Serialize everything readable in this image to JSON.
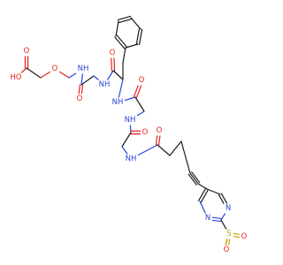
{
  "molecule": {
    "colors": {
      "carbon_bond": "#1a1a1a",
      "oxygen": "#e8231c",
      "nitrogen": "#2b45d8",
      "sulfur": "#c9a100",
      "background": "#ffffff"
    },
    "atom_labels": {
      "acid_hydroxyl": "HO",
      "acid_carbonyl_o": "O",
      "ether_o": "O",
      "amide1_nh": "NH",
      "amide1_o": "O",
      "amide2_nh": "NH",
      "phe_carbonyl_o": "O",
      "amide3_nh": "NH",
      "amide3_o": "O",
      "amide4_nh": "NH",
      "amide4_o": "O",
      "amide5_nh": "NH",
      "amide5_o": "O",
      "pyrimidine_n1": "N",
      "pyrimidine_n2": "N",
      "sulfonyl_s": "S",
      "sulfonyl_o1": "O",
      "sulfonyl_o2": "O"
    }
  }
}
